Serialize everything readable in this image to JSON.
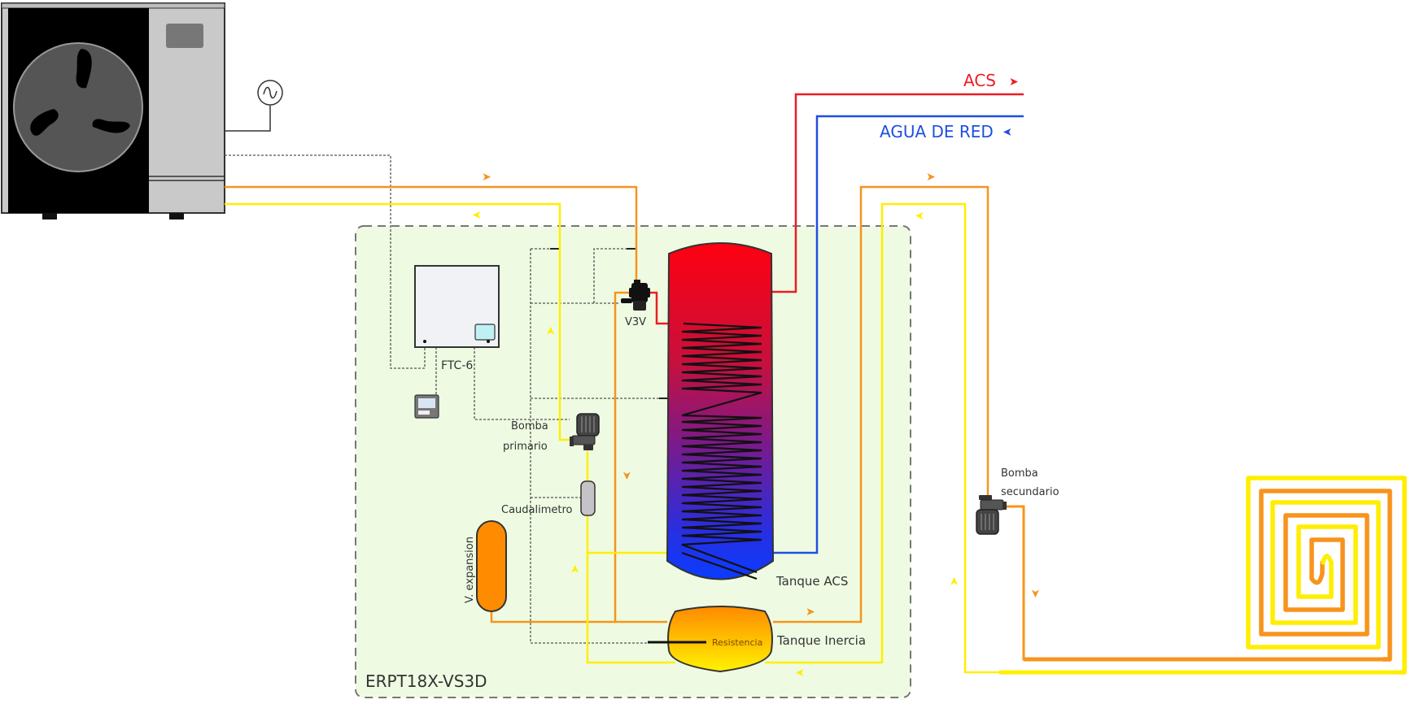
{
  "diagram": {
    "title_box_label": "ERPT18X-VS3D",
    "outputs": {
      "acs_label": "ACS",
      "agua_red_label": "AGUA DE RED"
    },
    "components": {
      "heat_pump": "Bomba de calor (unidad exterior)",
      "controller_label": "FTC-6",
      "valve_label": "V3V",
      "primary_pump_line1": "Bomba",
      "primary_pump_line2": "primario",
      "flowmeter_label": "Caudalimetro",
      "expansion_label": "V. expansion",
      "dhw_tank_label": "Tanque ACS",
      "buffer_tank_label": "Tanque Inercia",
      "heater_label": "Resistencia",
      "secondary_pump_line1": "Bomba",
      "secondary_pump_line2": "secundario",
      "floor_heating": "Suelo radiante"
    },
    "colors": {
      "flow_hot": "#f7941d",
      "flow_return": "#ffee00",
      "acs": "#ee1c24",
      "agua_red": "#1f4fe0",
      "control_wire": "#555555",
      "box_fill": "#eefbe2"
    }
  }
}
